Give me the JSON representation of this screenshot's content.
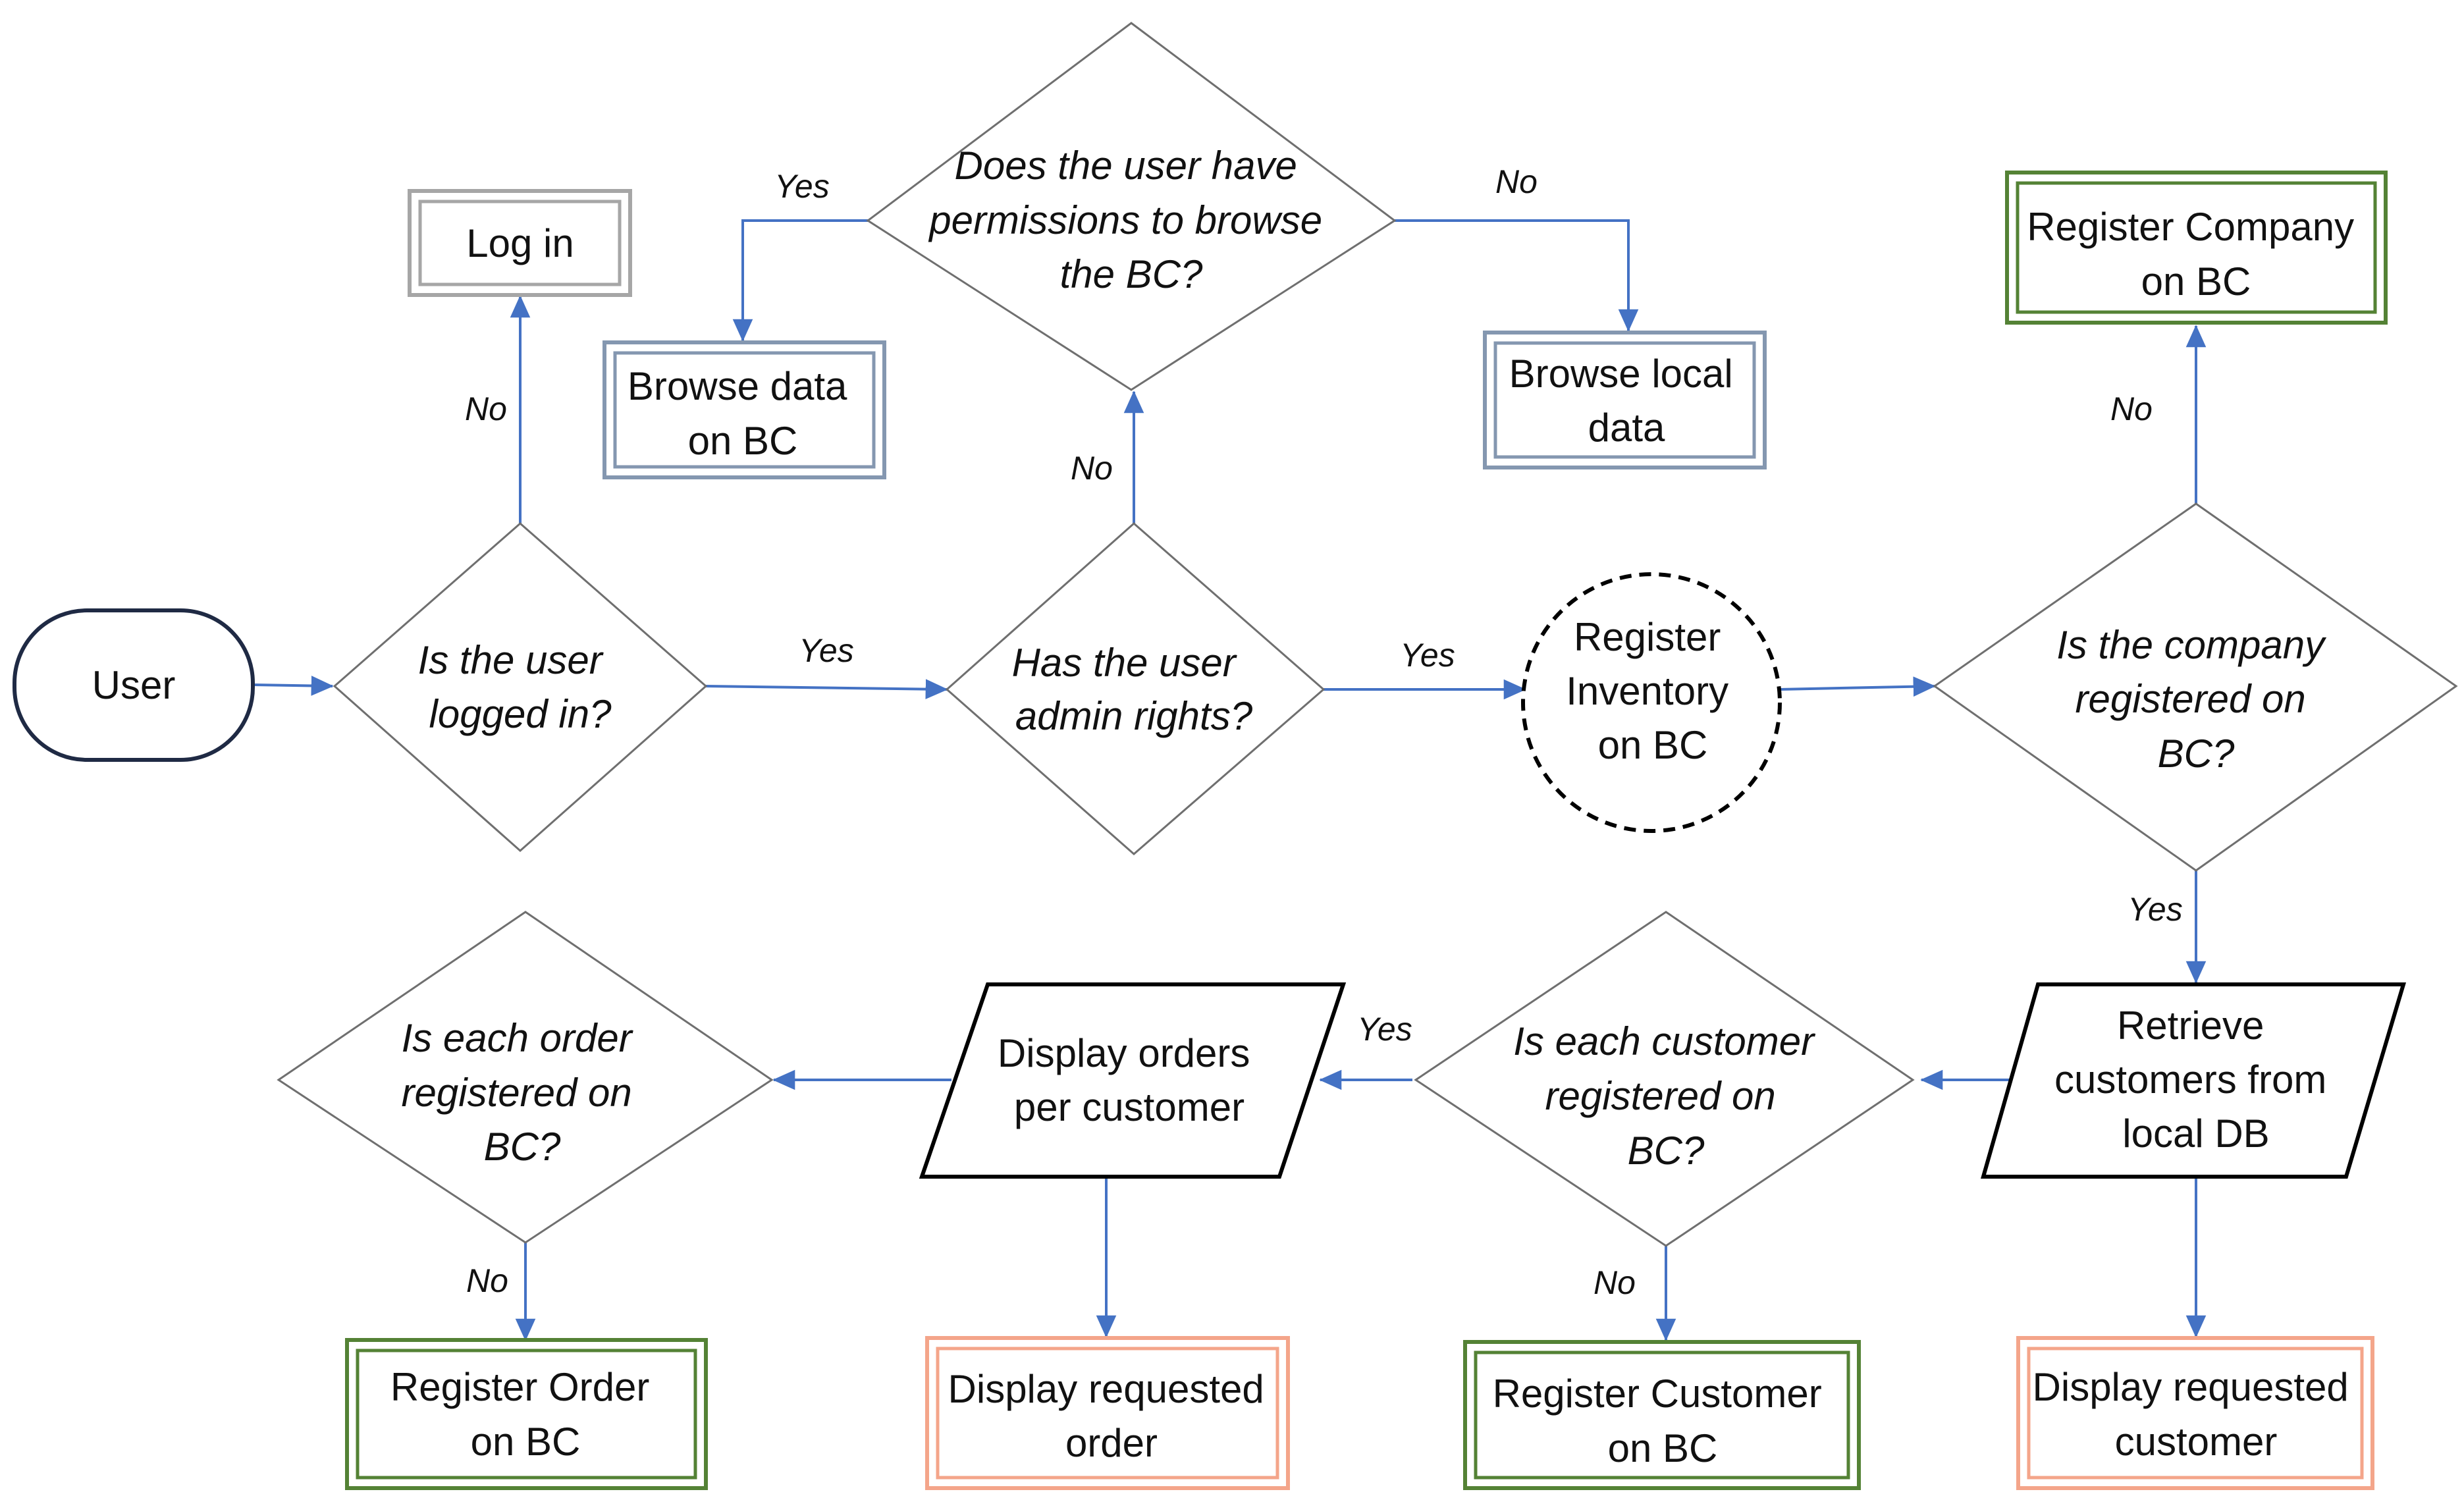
{
  "colors": {
    "arrow": "#4472c4",
    "diamond_stroke": "#6f6f6f",
    "box_gray": "#a6a6a6",
    "box_blue_gray": "#8497b0",
    "box_green": "#548235",
    "box_orange": "#f4a58a"
  },
  "nodes": {
    "user": "User",
    "logged_in": [
      "Is the user",
      "logged in?"
    ],
    "log_in": "Log in",
    "admin_rights": [
      "Has the user",
      "admin rights?"
    ],
    "permissions": [
      "Does the user have",
      "permissions to browse",
      "the BC?"
    ],
    "browse_bc": [
      "Browse data",
      "on BC"
    ],
    "browse_local": [
      "Browse local",
      "data"
    ],
    "register_inventory": [
      "Register",
      "Inventory",
      "on BC"
    ],
    "company_registered": [
      "Is the company",
      "registered on",
      "BC?"
    ],
    "register_company": [
      "Register Company",
      "on BC"
    ],
    "retrieve_customers": [
      "Retrieve",
      "customers from",
      "local DB"
    ],
    "display_customer": [
      "Display requested",
      "customer"
    ],
    "customer_registered": [
      "Is each customer",
      "registered on",
      "BC?"
    ],
    "register_customer": [
      "Register Customer",
      "on BC"
    ],
    "display_orders": [
      "Display orders",
      "per customer"
    ],
    "display_order": [
      "Display requested",
      "order"
    ],
    "order_registered": [
      "Is each order",
      "registered on",
      "BC?"
    ],
    "register_order": [
      "Register Order",
      "on BC"
    ]
  },
  "edge_labels": {
    "yes": "Yes",
    "no": "No"
  }
}
